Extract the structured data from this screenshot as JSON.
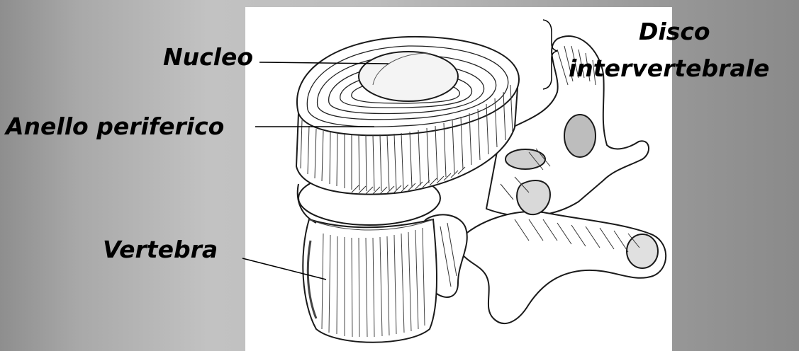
{
  "labels": {
    "nucleo": "Nucleo",
    "anello": "Anello periferico",
    "vertebra": "Vertebra",
    "disco_line1": "Disco",
    "disco_line2": "intervertebrale"
  },
  "colors": {
    "label_text": "#000000",
    "drawing_paper": "#ffffff",
    "background": "#b4b4b4",
    "ink": "#1a1a1a"
  }
}
